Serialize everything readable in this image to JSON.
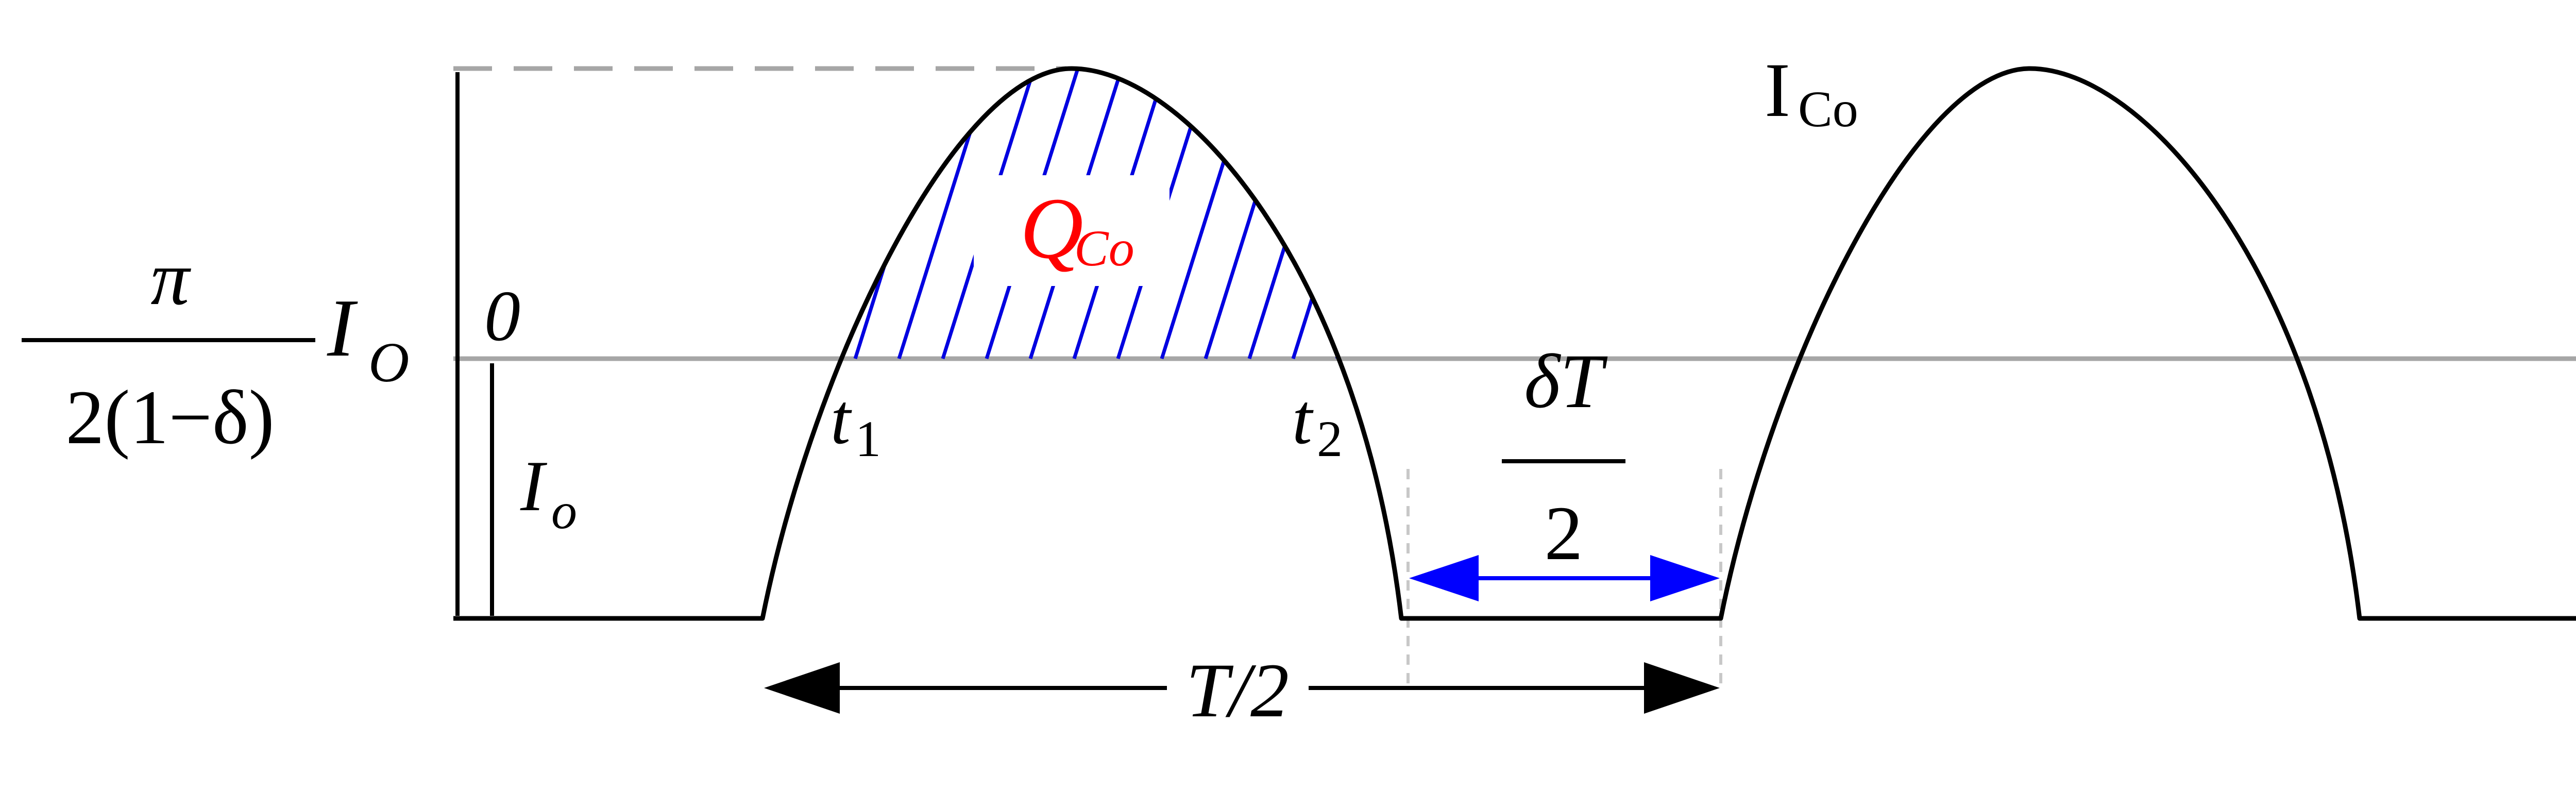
{
  "labels": {
    "peak_fraction_num": "π",
    "peak_fraction_den": "2(1−δ)",
    "peak_current_symbol": "I",
    "peak_current_sub": "O",
    "zero_marker": "0",
    "io_symbol": "I",
    "io_sub": "o",
    "t1": "t",
    "t1_sub": "1",
    "t2": "t",
    "t2_sub": "2",
    "charge_symbol": "Q",
    "charge_sub": "Co",
    "curve_symbol": "I",
    "curve_sub": "Co",
    "delta_num": "δT",
    "delta_den": "2",
    "half_period": "T/2"
  },
  "colors": {
    "waveform": "#000000",
    "reference_line": "#a6a6a6",
    "hatch": "#0000e0",
    "charge_label": "#ff0000",
    "delta_arrow": "#0000ff",
    "guide": "#c8c8c8"
  }
}
